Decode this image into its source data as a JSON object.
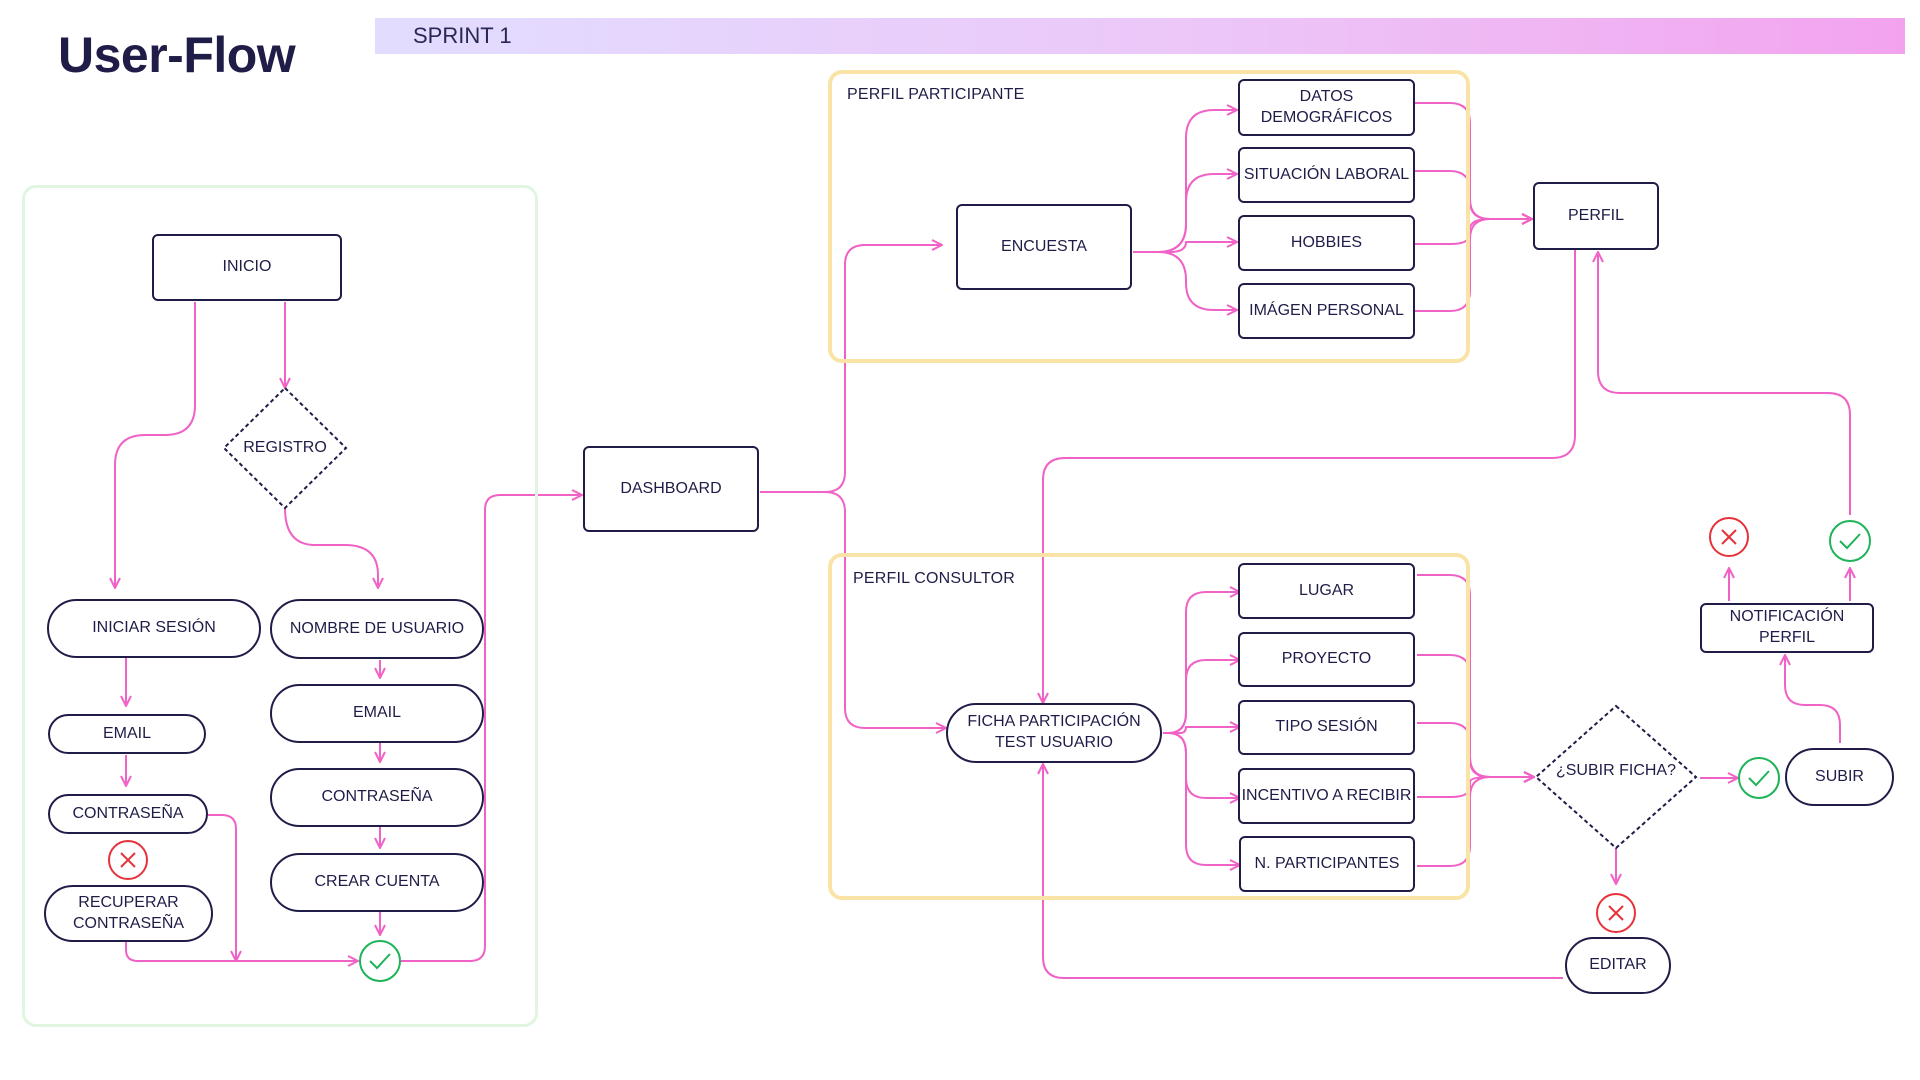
{
  "header": {
    "title": "User-Flow",
    "sprint": "SPRINT 1"
  },
  "groups": {
    "participante": "PERFIL PARTICIPANTE",
    "consultor": "PERFIL CONSULTOR"
  },
  "nodes": {
    "inicio": "INICIO",
    "registro": "REGISTRO",
    "iniciar_sesion": "INICIAR SESIÓN",
    "email_login": "EMAIL",
    "contrasena_login": "CONTRASEÑA",
    "recuperar": "RECUPERAR CONTRASEÑA",
    "nombre_usuario": "NOMBRE DE USUARIO",
    "email_reg": "EMAIL",
    "contrasena_reg": "CONTRASEÑA",
    "crear_cuenta": "CREAR CUENTA",
    "dashboard": "DASHBOARD",
    "encuesta": "ENCUESTA",
    "datos": "DATOS DEMOGRÁFICOS",
    "situacion": "SITUACIÓN LABORAL",
    "hobbies": "HOBBIES",
    "imagen": "IMÁGEN PERSONAL",
    "perfil": "PERFIL",
    "ficha": "FICHA PARTICIPACIÓN TEST USUARIO",
    "lugar": "LUGAR",
    "proyecto": "PROYECTO",
    "tipo": "TIPO SESIÓN",
    "incentivo": "INCENTIVO A RECIBIR",
    "participantes": "N. PARTICIPANTES",
    "subir_ficha": "¿SUBIR FICHA?",
    "subir": "SUBIR",
    "editar": "EDITAR",
    "notificacion": "NOTIFICACIÓN PERFIL"
  },
  "colors": {
    "ink": "#1f1d48",
    "connector": "#f062c6",
    "success": "#1fb35a",
    "error": "#e5323b",
    "group_green": "#e1f6e0",
    "group_yellow": "#fae3a7"
  }
}
